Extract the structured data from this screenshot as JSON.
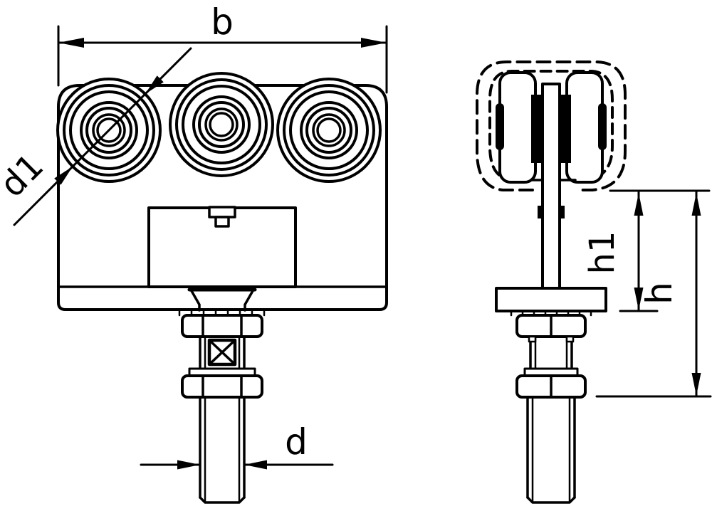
{
  "page": {
    "background_color": "#ffffff",
    "line_color": "#000000"
  },
  "drawing": {
    "kind": "technical-drawing-two-views",
    "views": {
      "front": "front-view-roller-carriage",
      "side": "side-view-roller-carriage-in-track"
    },
    "dimensions": {
      "b": "b",
      "d1": "d1",
      "d": "d",
      "h1": "h1",
      "h": "h"
    }
  }
}
